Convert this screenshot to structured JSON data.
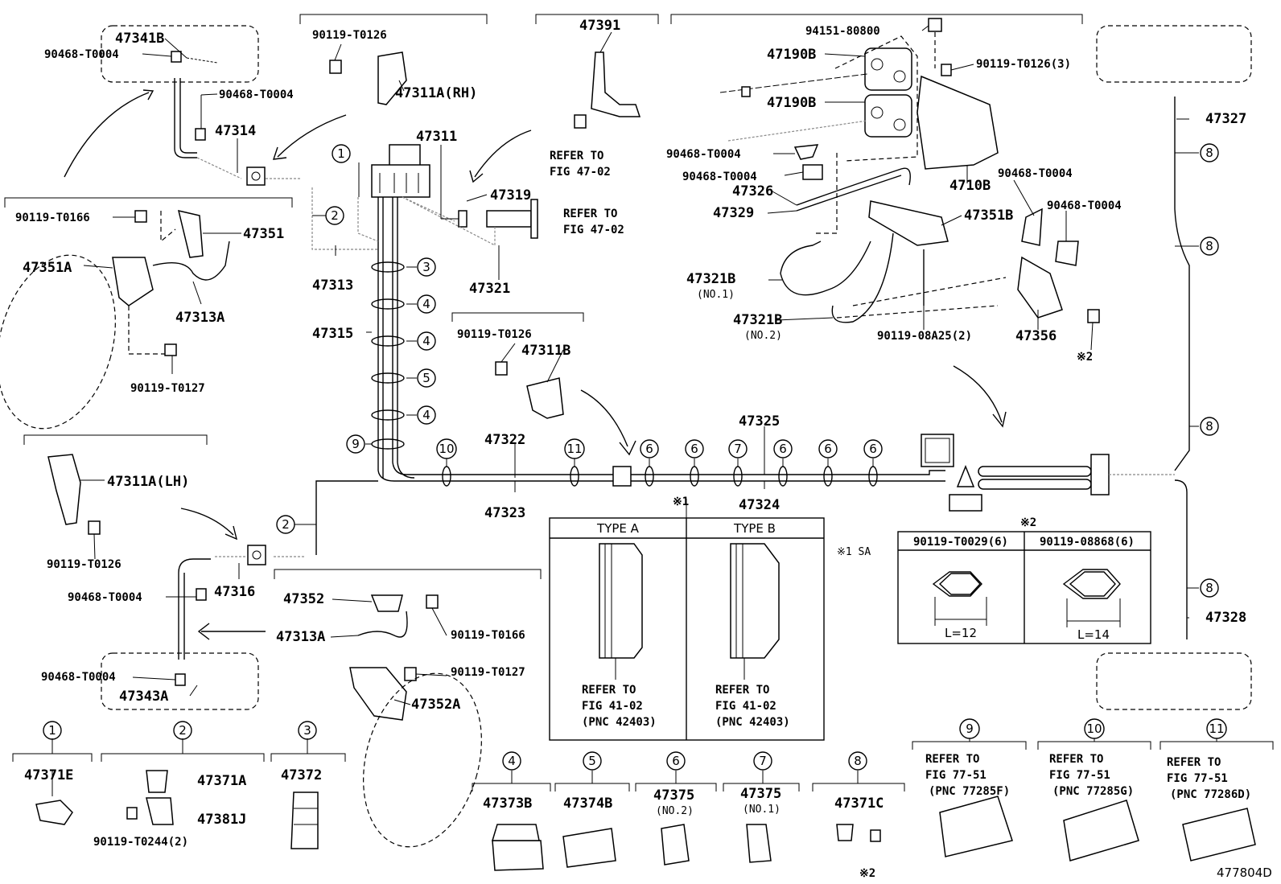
{
  "figure_code": "477804D",
  "parts": {
    "p47341B": "47341B",
    "p90468_a": "90468-T0004",
    "p90468_b": "90468-T0004",
    "p47314": "47314",
    "p90119_t0166_a": "90119-T0166",
    "p47351": "47351",
    "p47351A": "47351A",
    "p47313A_a": "47313A",
    "p90119_t0127_a": "90119-T0127",
    "p90119_t0126_a": "90119-T0126",
    "p47311A_RH": "47311A(RH)",
    "p47311": "47311",
    "p47313": "47313",
    "p47319": "47319",
    "p47321": "47321",
    "p47315": "47315",
    "p47391": "47391",
    "p90119_t0126_b": "90119-T0126",
    "p47311B": "47311B",
    "p47322": "47322",
    "p47323": "47323",
    "p47325": "47325",
    "p47324": "47324",
    "p47311A_LH": "47311A(LH)",
    "p90119_t0126_c": "90119-T0126",
    "p47316": "47316",
    "p90468_c": "90468-T0004",
    "p90468_d": "90468-T0004",
    "p47343A": "47343A",
    "p47352": "47352",
    "p90119_t0166_b": "90119-T0166",
    "p47313A_b": "47313A",
    "p90119_t0127_b": "90119-T0127",
    "p47352A": "47352A",
    "p94151": "94151-80800",
    "p47190B_a": "47190B",
    "p47190B_b": "47190B",
    "p90119_t0126_3": "90119-T0126(3)",
    "p90468_e": "90468-T0004",
    "p90468_f": "90468-T0004",
    "p47326": "47326",
    "p4710B": "4710B",
    "p90468_g": "90468-T0004",
    "p90468_h": "90468-T0004",
    "p47329": "47329",
    "p47351B": "47351B",
    "p47321B_1": "47321B",
    "no1_a": "(NO.1)",
    "p47321B_2": "47321B",
    "no2_a": "(NO.2)",
    "p90119_08A25": "90119-08A25(2)",
    "p47356": "47356",
    "mark2_a": "※2",
    "p47327": "47327",
    "p47328": "47328",
    "mark1": "※1",
    "mark1_sa": "※1 SA",
    "mark2_b": "※2"
  },
  "refer": {
    "to": "REFER TO",
    "fig_47_02": "FIG 47-02",
    "fig_41_02": "FIG 41-02",
    "pnc_42403": "(PNC 42403)",
    "fig_77_51": "FIG 77-51",
    "pnc_77285F": "(PNC 77285F)",
    "pnc_77285G": "(PNC 77285G)",
    "pnc_77286D": "(PNC 77286D)"
  },
  "type_table": {
    "type_a": "TYPE A",
    "type_b": "TYPE B"
  },
  "bolt_table": {
    "col1": "90119-T0029(6)",
    "col2": "90119-08868(6)",
    "len1": "L=12",
    "len2": "L=14"
  },
  "callouts": {
    "c1": "1",
    "c2": "2",
    "c3": "3",
    "c4": "4",
    "c5": "5",
    "c6": "6",
    "c7": "7",
    "c8": "8",
    "c9": "9",
    "c10": "10",
    "c11": "11"
  },
  "legend": {
    "l1_part": "47371E",
    "l2_part_a": "47371A",
    "l2_part_b": "47381J",
    "l2_bolt": "90119-T0244(2)",
    "l3_part": "47372",
    "l4_part": "47373B",
    "l5_part": "47374B",
    "l6_part": "47375",
    "l6_no": "(NO.2)",
    "l7_part": "47375",
    "l7_no": "(NO.1)",
    "l8_part": "47371C",
    "l8_mark": "※2"
  }
}
